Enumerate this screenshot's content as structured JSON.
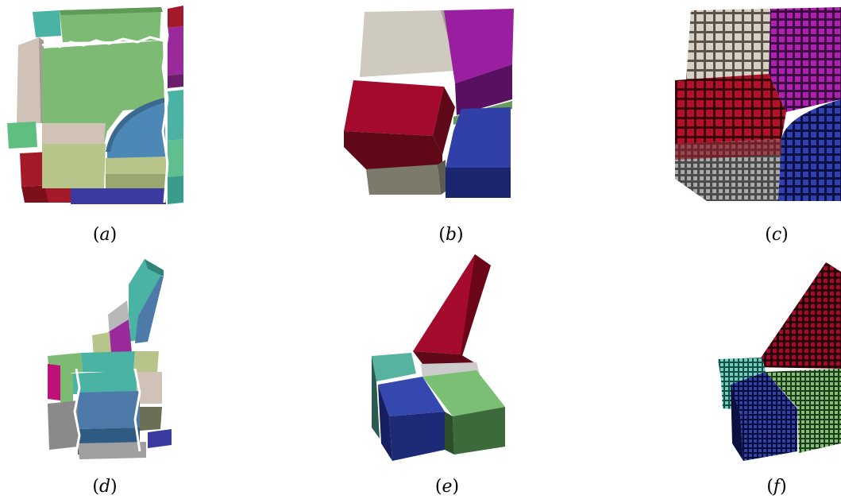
{
  "figure": {
    "panels": [
      {
        "id": "a",
        "caption_letter": "a",
        "view": "partitioned block with curved inner region, jagged interfaces",
        "colors": [
          "#7dbb74",
          "#d0c2b6",
          "#4d87b5",
          "#b7c58a",
          "#a51a2a",
          "#4ab3a4",
          "#9a2a9b",
          "#3a3aa0"
        ]
      },
      {
        "id": "b",
        "caption_letter": "b",
        "view": "exploded coarse blocks",
        "colors": [
          "#cfcac0",
          "#a40a2c",
          "#9a1fa0",
          "#3040a8",
          "#7c7a6a",
          "#6a9a58"
        ]
      },
      {
        "id": "c",
        "caption_letter": "c",
        "view": "shrunk hexahedral mesh elements",
        "colors": [
          "#d6cfc4",
          "#b2102a",
          "#b020b0",
          "#3040b0"
        ]
      },
      {
        "id": "d",
        "caption_letter": "d",
        "view": "partitioned L-shaped block with fin, jagged interfaces",
        "colors": [
          "#4ab3a4",
          "#4d7aa8",
          "#b7c58a",
          "#8a8a8a",
          "#9a2a9b",
          "#d0c2b6",
          "#3a3aa0",
          "#c0107a",
          "#7dbb74"
        ]
      },
      {
        "id": "e",
        "caption_letter": "e",
        "view": "exploded coarse blocks of L-shape with fin",
        "colors": [
          "#a40a2c",
          "#55b3a0",
          "#3548b0",
          "#7abf74",
          "#cccccc"
        ]
      },
      {
        "id": "f",
        "caption_letter": "f",
        "view": "shrunk hexahedral mesh of L-shape with fin",
        "colors": [
          "#a40a2c",
          "#6ad0c0",
          "#3040b0",
          "#80c070"
        ]
      }
    ]
  }
}
